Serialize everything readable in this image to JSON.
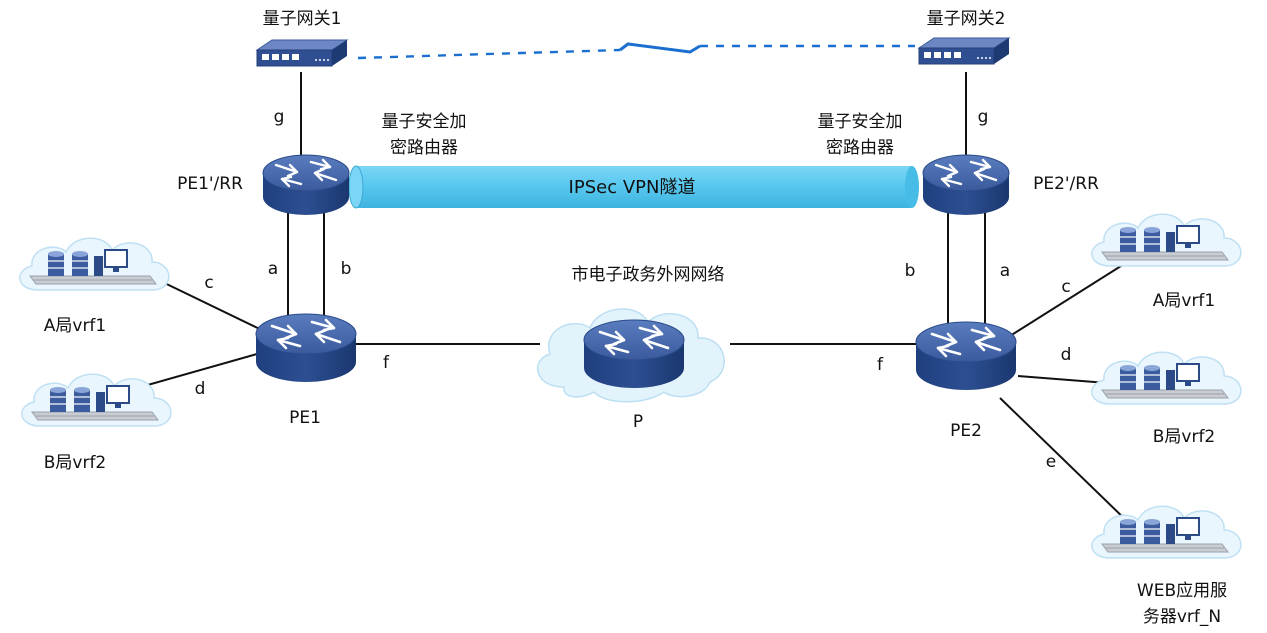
{
  "colors": {
    "router_top": "#3a5a9c",
    "router_side": "#1f3f7e",
    "tunnel": "#56c7ee",
    "tunnel_edge": "#3aa9d6",
    "cloud_fill": "#dff1fb",
    "cloud_stroke": "#b5dcf1",
    "quantum_link": "#1a6fd1"
  },
  "devices": {
    "gateway1": "量子网关1",
    "gateway2": "量子网关2",
    "qrouter1_line1": "量子安全加",
    "qrouter1_line2": "密路由器",
    "qrouter2_line1": "量子安全加",
    "qrouter2_line2": "密路由器",
    "pe1rr": "PE1'/RR",
    "pe2rr": "PE2'/RR",
    "pe1": "PE1",
    "pe2": "PE2",
    "p": "P",
    "network": "市电子政务外网网络",
    "tunnel": "IPSec VPN隧道"
  },
  "sites": {
    "a_vrf1_left": "A局vrf1",
    "b_vrf2_left": "B局vrf2",
    "a_vrf1_right": "A局vrf1",
    "b_vrf2_right": "B局vrf2",
    "web_line1": "WEB应用服",
    "web_line2": "务器vrf_N"
  },
  "links": {
    "g_left": "g",
    "g_right": "g",
    "a_left": "a",
    "b_left": "b",
    "b_right": "b",
    "a_right": "a",
    "c_left": "c",
    "d_left": "d",
    "c_right": "c",
    "d_right": "d",
    "e_right": "e",
    "f_left": "f",
    "f_right": "f"
  }
}
